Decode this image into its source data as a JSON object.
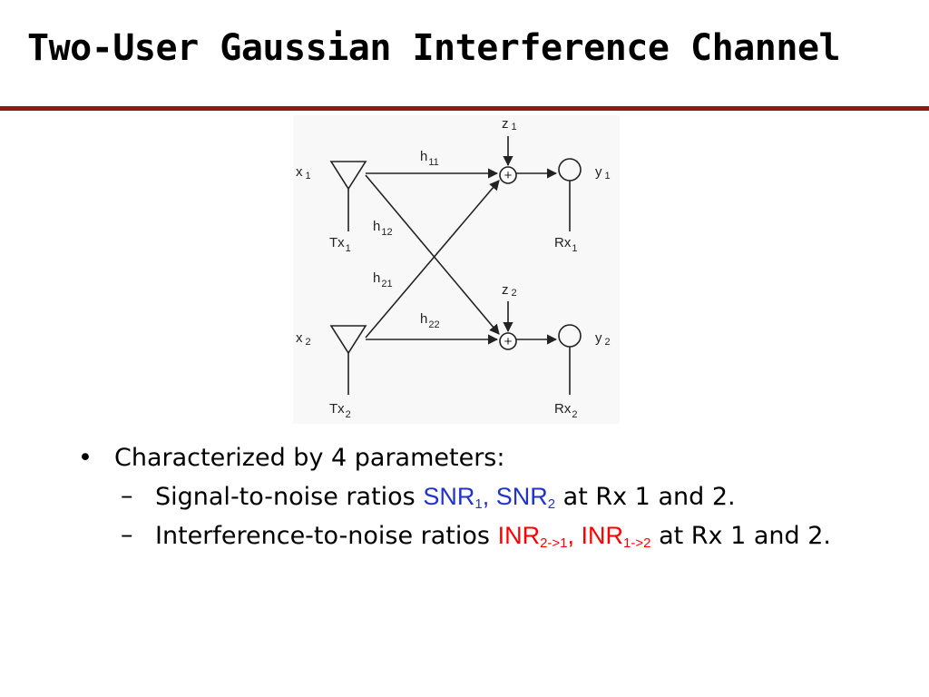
{
  "title": "Two-User Gaussian Interference Channel",
  "colors": {
    "title_rule": "#8b1a1a",
    "snr": "#2233cc",
    "inr": "#ff0000"
  },
  "diagram": {
    "x1": "x",
    "x1_sub": "1",
    "x2": "x",
    "x2_sub": "2",
    "tx1": "Tx",
    "tx1_sub": "1",
    "tx2": "Tx",
    "tx2_sub": "2",
    "h11": "h",
    "h11_sub": "11",
    "h12": "h",
    "h12_sub": "12",
    "h21": "h",
    "h21_sub": "21",
    "h22": "h",
    "h22_sub": "22",
    "z1": "z",
    "z1_sub": "1",
    "z2": "z",
    "z2_sub": "2",
    "adder_symbol": "+",
    "y1": "y",
    "y1_sub": "1",
    "y2": "y",
    "y2_sub": "2",
    "rx1": "Rx",
    "rx1_sub": "1",
    "rx2": "Rx",
    "rx2_sub": "2"
  },
  "bullets": {
    "main": {
      "mark": "•",
      "text": "Characterized by 4 parameters:"
    },
    "snr": {
      "mark": "–",
      "prefix": "Signal-to-noise ratios ",
      "sym1": "SNR",
      "sym1_sub": "1",
      "sep": ", ",
      "sym2": "SNR",
      "sym2_sub": "2",
      "suffix": " at Rx  1 and 2."
    },
    "inr": {
      "mark": "–",
      "prefix": "Interference-to-noise ratios ",
      "sym1": "INR",
      "sym1_sub": "2->1",
      "sep": ", ",
      "sym2": "INR",
      "sym2_sub": "1->2",
      "suffix": " at Rx 1 and 2."
    }
  }
}
